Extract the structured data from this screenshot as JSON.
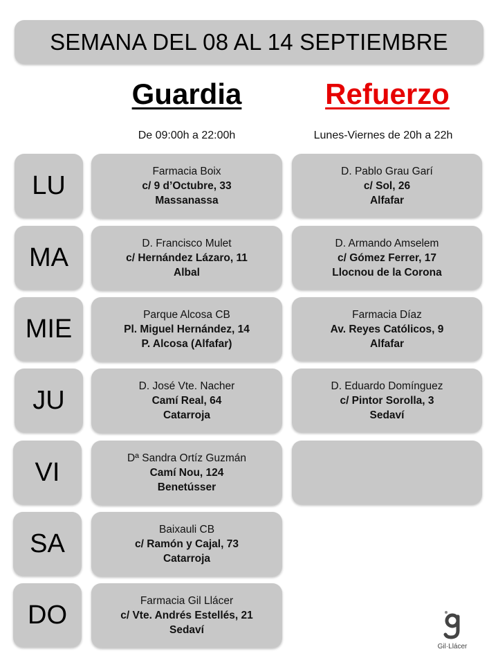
{
  "header": {
    "title": "SEMANA DEL 08 AL 14 SEPTIEMBRE"
  },
  "guardia": {
    "title": "Guardia",
    "hours": "De 09:00h a 22:00h"
  },
  "refuerzo": {
    "title": "Refuerzo",
    "hours": "Lunes-Viernes de 20h a 22h"
  },
  "days": [
    {
      "label": "LU",
      "guardia": {
        "name": "Farmacia Boix",
        "address": "c/ 9 d’Octubre, 33",
        "town": "Massanassa"
      },
      "refuerzo": {
        "name": "D. Pablo Grau Garí",
        "address": "c/ Sol, 26",
        "town": "Alfafar"
      }
    },
    {
      "label": "MA",
      "guardia": {
        "name": "D. Francisco Mulet",
        "address": "c/ Hernández Lázaro, 11",
        "town": "Albal"
      },
      "refuerzo": {
        "name": "D. Armando Amselem",
        "address": "c/ Gómez Ferrer, 17",
        "town": "Llocnou de la Corona"
      }
    },
    {
      "label": "MIE",
      "guardia": {
        "name": "Parque Alcosa CB",
        "address": "Pl. Miguel Hernández, 14",
        "town": "P. Alcosa (Alfafar)"
      },
      "refuerzo": {
        "name": "Farmacia Díaz",
        "address": "Av. Reyes Católicos, 9",
        "town": "Alfafar"
      }
    },
    {
      "label": "JU",
      "guardia": {
        "name": "D. José Vte. Nacher",
        "address": "Camí Real, 64",
        "town": "Catarroja"
      },
      "refuerzo": {
        "name": "D. Eduardo Domínguez",
        "address": "c/ Pintor Sorolla, 3",
        "town": "Sedaví"
      }
    },
    {
      "label": "VI",
      "guardia": {
        "name": "Dª Sandra Ortíz Guzmán",
        "address": "Camí Nou, 124",
        "town": "Benetússer"
      },
      "refuerzo": {
        "name": "",
        "address": "",
        "town": ""
      }
    },
    {
      "label": "SA",
      "guardia": {
        "name": "Baixauli CB",
        "address": "c/ Ramón y Cajal, 73",
        "town": "Catarroja"
      }
    },
    {
      "label": "DO",
      "guardia": {
        "name": "Farmacia Gil Llácer",
        "address": "c/ Vte. Andrés Estellés, 21",
        "town": "Sedaví"
      }
    }
  ],
  "logo": {
    "text": "Gil·Llácer",
    "icon": "gil-llacer-g-logo-icon"
  },
  "colors": {
    "box": "#c8c8c8",
    "refuerzo_title": "#e60000"
  }
}
